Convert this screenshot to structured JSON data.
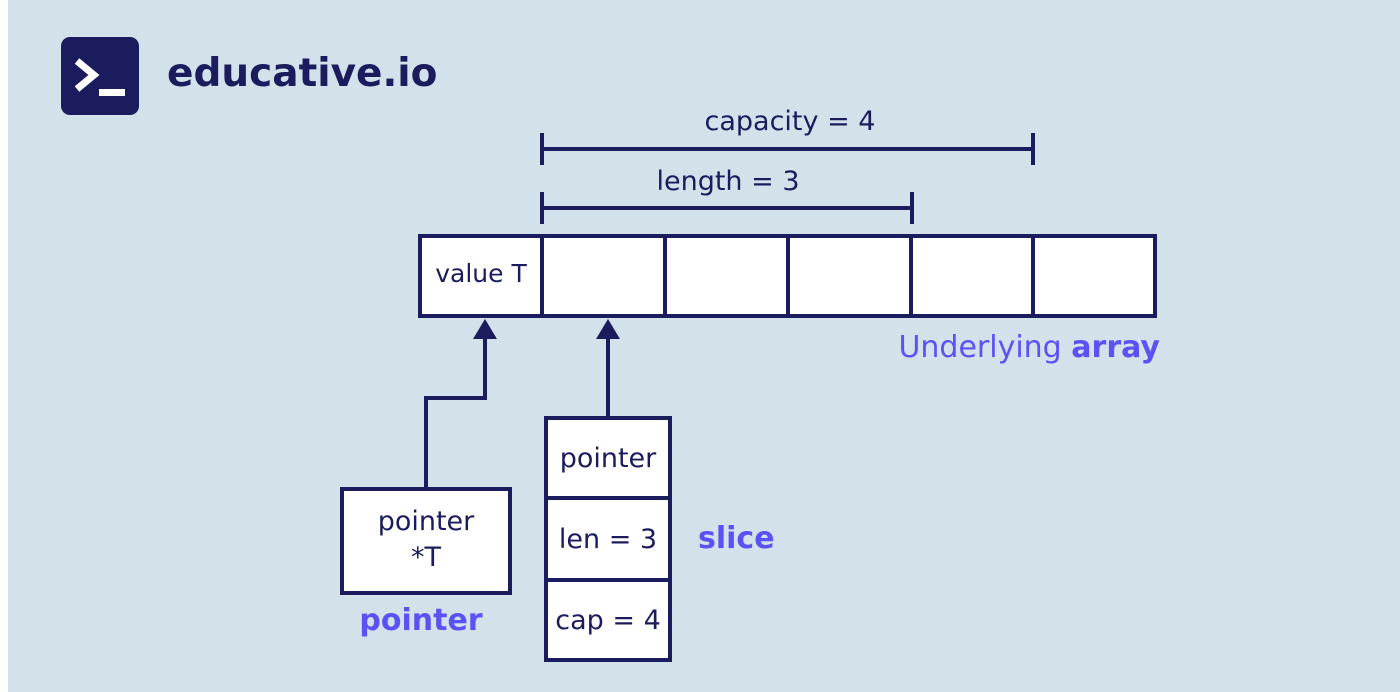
{
  "brand": {
    "name": "educative.io",
    "icon": "terminal-prompt-icon"
  },
  "diagram": {
    "capacity_label": "capacity = 4",
    "length_label": "length = 3",
    "value_cell_label": "value T",
    "array_caption_prefix": "Underlying",
    "array_caption_bold": "array",
    "pointer_box_line1": "pointer",
    "pointer_box_line2": "*T",
    "pointer_caption": "pointer",
    "slice_fields": [
      "pointer",
      "len = 3",
      "cap = 4"
    ],
    "slice_caption": "slice"
  },
  "colors": {
    "background": "#d3e1ea",
    "ink": "#1b1c5e",
    "accent": "#5b52f5"
  }
}
